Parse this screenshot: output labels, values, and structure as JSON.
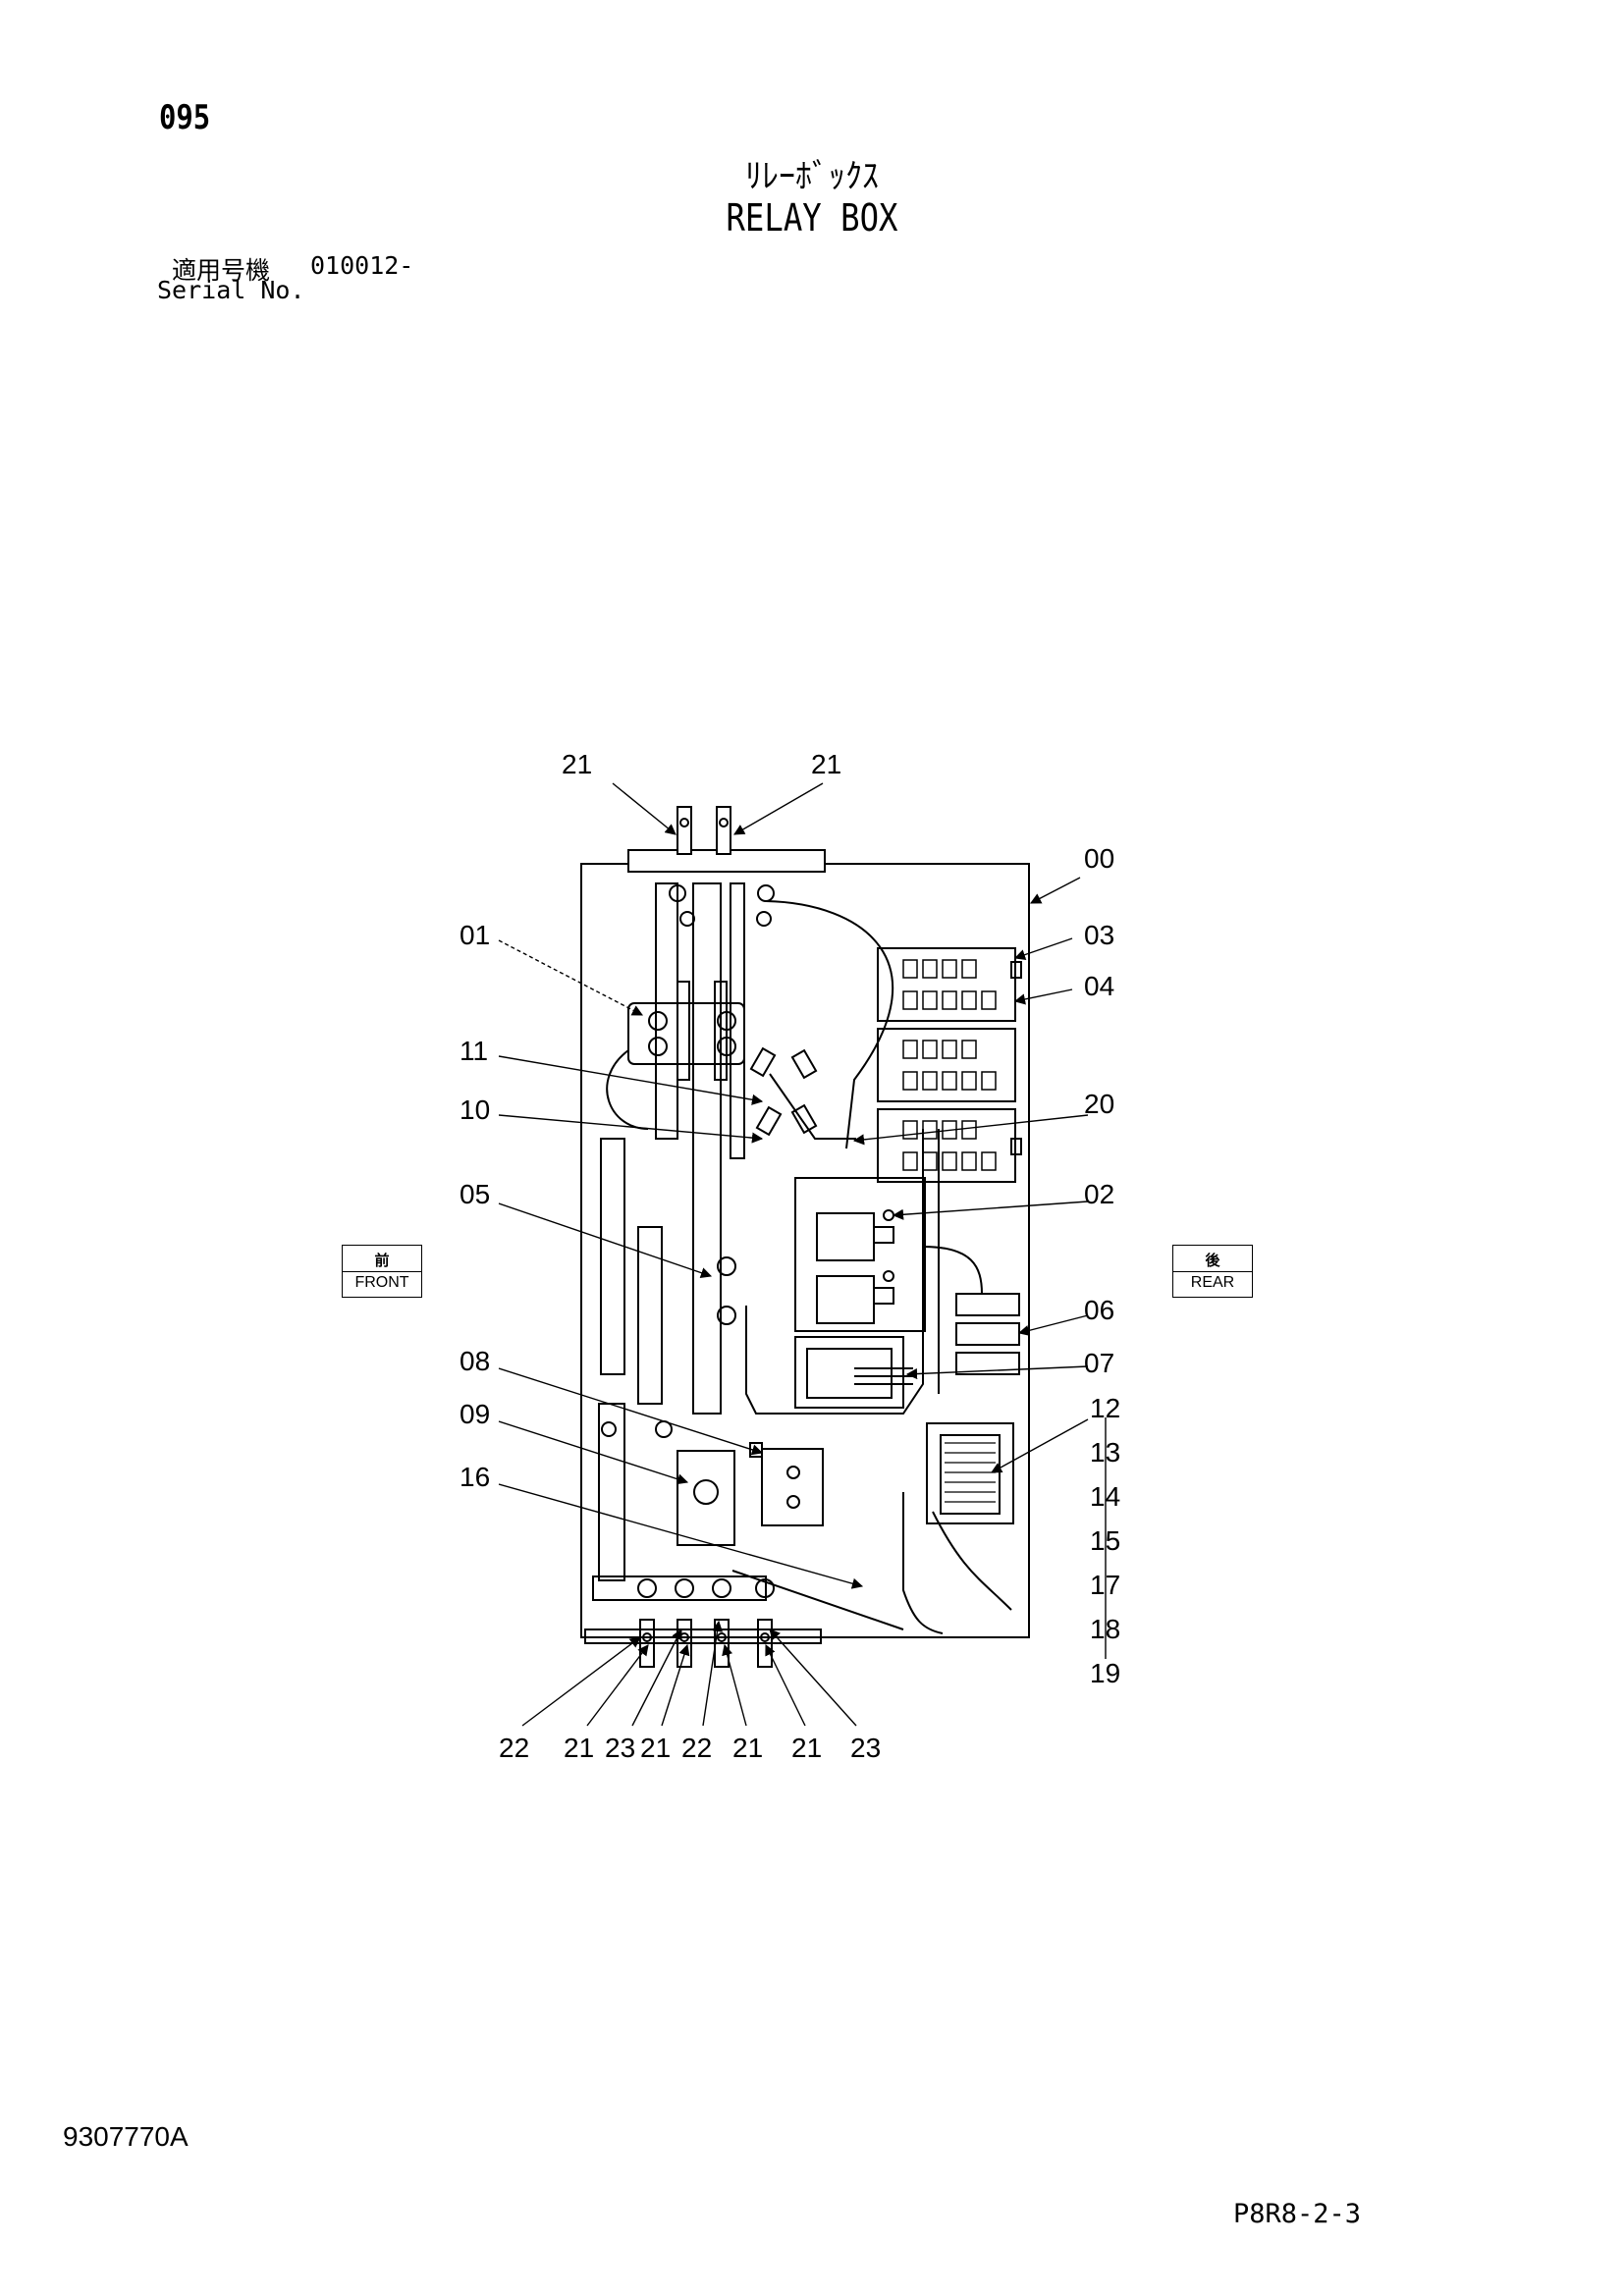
{
  "header": {
    "page_number": "095",
    "title_jp": "ﾘﾚｰﾎﾞｯｸｽ",
    "title_en": "RELAY BOX",
    "serial_label_jp": "適用号機",
    "serial_value": "010012-",
    "serial_label_en": "Serial No."
  },
  "orientation": {
    "front_jp": "前",
    "front_en": "FRONT",
    "rear_jp": "後",
    "rear_en": "REAR"
  },
  "callouts": {
    "top_left": "21",
    "top_right": "21",
    "c00": "00",
    "c01": "01",
    "c03": "03",
    "c04": "04",
    "c11": "11",
    "c10": "10",
    "c20": "20",
    "c05": "05",
    "c02": "02",
    "c06": "06",
    "c07": "07",
    "c08": "08",
    "c09": "09",
    "c16": "16",
    "right_stack": [
      "12",
      "13",
      "14",
      "15",
      "17",
      "18",
      "19"
    ],
    "bottom_row": [
      "22",
      "21",
      "23",
      "21",
      "22",
      "21",
      "21",
      "23"
    ]
  },
  "footer": {
    "doc_number": "9307770A",
    "page_ref": "P8R8-2-3"
  }
}
